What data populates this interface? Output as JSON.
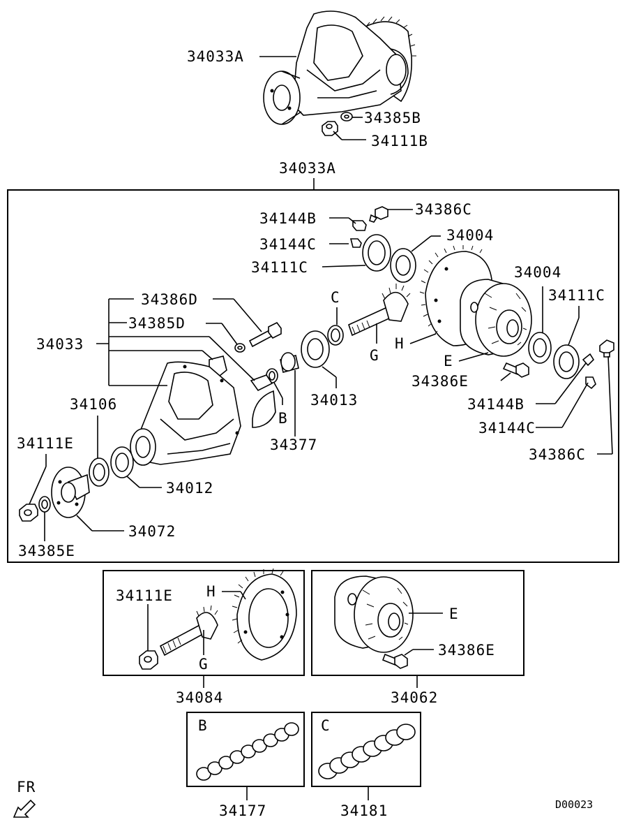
{
  "diagram": {
    "code": "D00023",
    "direction_label": "FR",
    "top_assembly": {
      "carrier": "34033A",
      "washer": "34385B",
      "nut": "34111B"
    },
    "main_box": {
      "title": "34033A",
      "labels": {
        "l34144B_top": "34144B",
        "l34386C_top": "34386C",
        "l34144C_top": "34144C",
        "l34004_top": "34004",
        "l34111C_top": "34111C",
        "l34004_right": "34004",
        "l34111C_right": "34111C",
        "l34386D": "34386D",
        "l34385D": "34385D",
        "l34033": "34033",
        "lC": "C",
        "lG": "G",
        "lH": "H",
        "lE": "E",
        "l34386E": "34386E",
        "l34144B_right": "34144B",
        "l34144C_right": "34144C",
        "l34386C_right": "34386C",
        "l34013": "34013",
        "lB": "B",
        "l34377": "34377",
        "l34106": "34106",
        "l34111E": "34111E",
        "l34012": "34012",
        "l34072": "34072",
        "l34385E": "34385E"
      }
    },
    "kit_34084": {
      "number": "34084",
      "nut": "34111E",
      "ring_gear": "H",
      "pinion": "G"
    },
    "kit_34062": {
      "number": "34062",
      "case": "E",
      "bolt": "34386E"
    },
    "kit_34177": {
      "number": "34177",
      "letter": "B"
    },
    "kit_34181": {
      "number": "34181",
      "letter": "C"
    }
  }
}
